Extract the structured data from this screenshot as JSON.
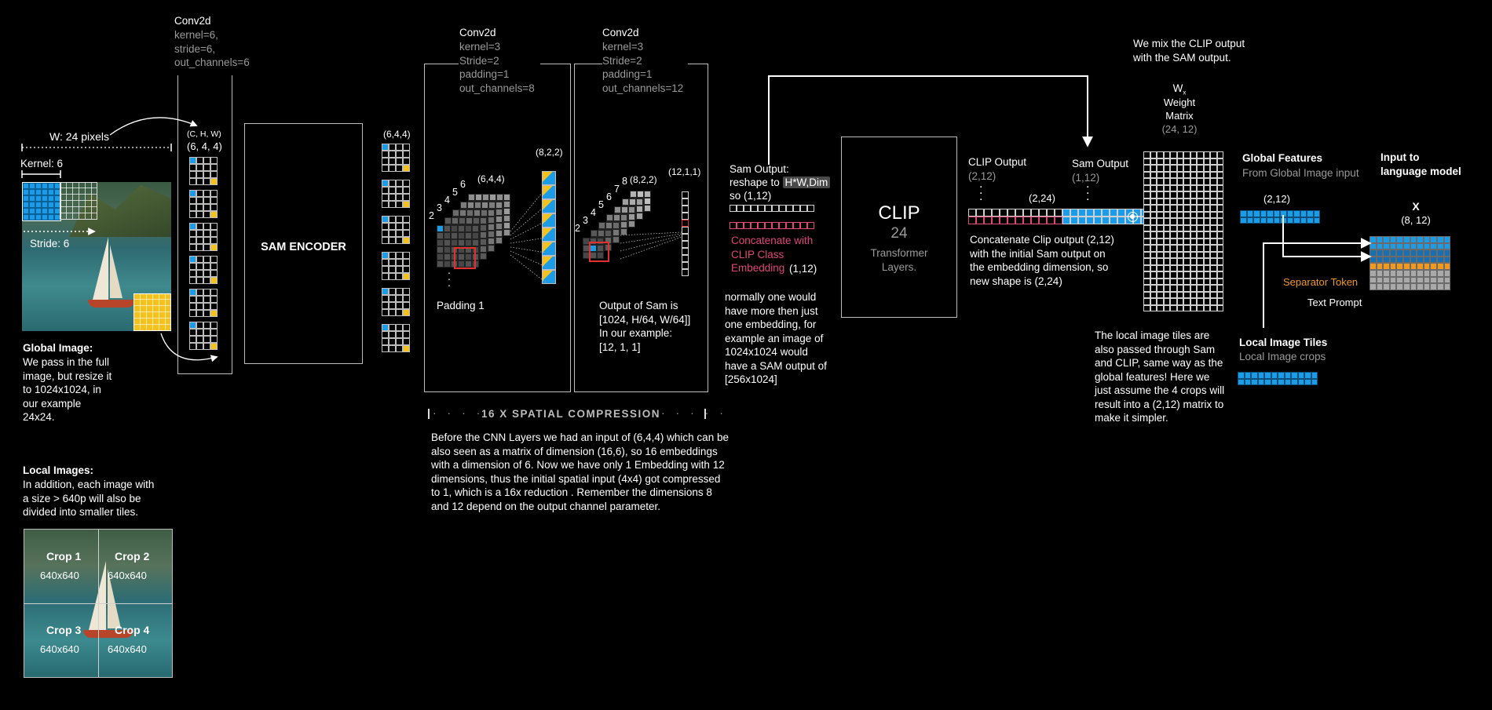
{
  "colors": {
    "blue": "#1c9be6",
    "yellow": "#f4c21c",
    "orange": "#f29a1f",
    "pink": "#e0457b",
    "gray": "#9a9a9a",
    "red": "#e03030"
  },
  "global": {
    "width_label": "W: 24 pixels",
    "kernel_label": "Kernel: 6",
    "stride_label": "Stride: 6",
    "title": "Global Image:",
    "desc": "We pass in the full\nimage, but resize it\nto 1024x1024, in\nour example\n24x24."
  },
  "local": {
    "title": "Local Images:",
    "desc": "In addition, each image with\na size > 640p will also be\ndivided into smaller tiles.",
    "crops": [
      {
        "name": "Crop 1",
        "size": "640x640"
      },
      {
        "name": "Crop 2",
        "size": "640x640"
      },
      {
        "name": "Crop 3",
        "size": "640x640"
      },
      {
        "name": "Crop 4",
        "size": "640x640"
      }
    ]
  },
  "conv1": {
    "title": "Conv2d",
    "params": "kernel=6,\nstride=6,\nout_channels=6",
    "shape_label": "(C, H, W)",
    "shape": "(6, 4, 4)"
  },
  "sam_encoder": {
    "label": "SAM ENCODER",
    "out_shape": "(6,4,4)"
  },
  "conv2": {
    "title": "Conv2d",
    "params": "kernel=3\nStride=2\npadding=1\nout_channels=8",
    "in_shape": "(6,4,4)",
    "out_shape": "(8,2,2)",
    "depth_labels": [
      "2",
      "3",
      "4",
      "5",
      "6"
    ],
    "padding_label": "Padding 1"
  },
  "conv3": {
    "title": "Conv2d",
    "params": "kernel=3\nStride=2\npadding=1\nout_channels=12",
    "in_shape": "(8,2,2)",
    "out_shape": "(12,1,1)",
    "depth_labels": [
      "2",
      "3",
      "4",
      "5",
      "6",
      "7",
      "8"
    ],
    "desc": "Output of Sam is\n[1024, H/64, W/64]]\nIn our example:\n[12, 1, 1]"
  },
  "compression": {
    "title": "16 X SPATIAL COMPRESSION",
    "desc": "Before the CNN Layers we had an input of (6,4,4) which can be\nalso seen as a matrix of dimension (16,6), so 16 embeddings\nwith a dimension of 6. Now we have only 1 Embedding with 12\ndimensions, thus the initial spatial input (4x4) got compressed\nto 1, which is a 16x reduction . Remember the dimensions 8\nand 12 depend on the output channel parameter."
  },
  "sam_output": {
    "line1": "Sam Output:",
    "line2_pre": "reshape to ",
    "line2_hl": "H*W,Dim",
    "line3": "so (1,12)",
    "concat": "Concatenate with\nCLIP Class\nEmbedding",
    "concat_shape": "(1,12)",
    "note": "normally one would\nhave more then just\none embedding, for\nexample an image of\n1024x1024 would\nhave a SAM output of\n[256x1024]"
  },
  "clip": {
    "title": "CLIP",
    "layers": "24",
    "sub": "Transformer\nLayers."
  },
  "concat": {
    "clip_label": "CLIP Output",
    "clip_shape": "(2,12)",
    "sam_label": "Sam Output",
    "sam_shape": "(1,12)",
    "combined_shape": "(2,24)",
    "desc": "Concatenate Clip output (2,12)\nwith the initial Sam output on\nthe embedding dimension, so\nnew shape is (2,24)"
  },
  "mix_note": "We mix the CLIP output\nwith the SAM output.",
  "weight": {
    "symbol": "W",
    "sub": "x",
    "label": "Weight\nMatrix",
    "shape": "(24, 12)"
  },
  "tiles_note": "The local image tiles are\nalso passed through Sam\nand CLIP, same way as the\nglobal features! Here we\njust assume the 4 crops will\nresult into a (2,12) matrix to\nmake it simpler.",
  "global_features": {
    "title": "Global Features",
    "sub": "From Global Image input",
    "shape": "(2,12)"
  },
  "local_tiles": {
    "title": "Local Image Tiles",
    "sub": "Local Image crops"
  },
  "lm_input": {
    "title": "Input to\nlanguage model",
    "symbol": "X",
    "shape": "(8, 12)",
    "separator": "Separator Token",
    "prompt": "Text Prompt"
  }
}
